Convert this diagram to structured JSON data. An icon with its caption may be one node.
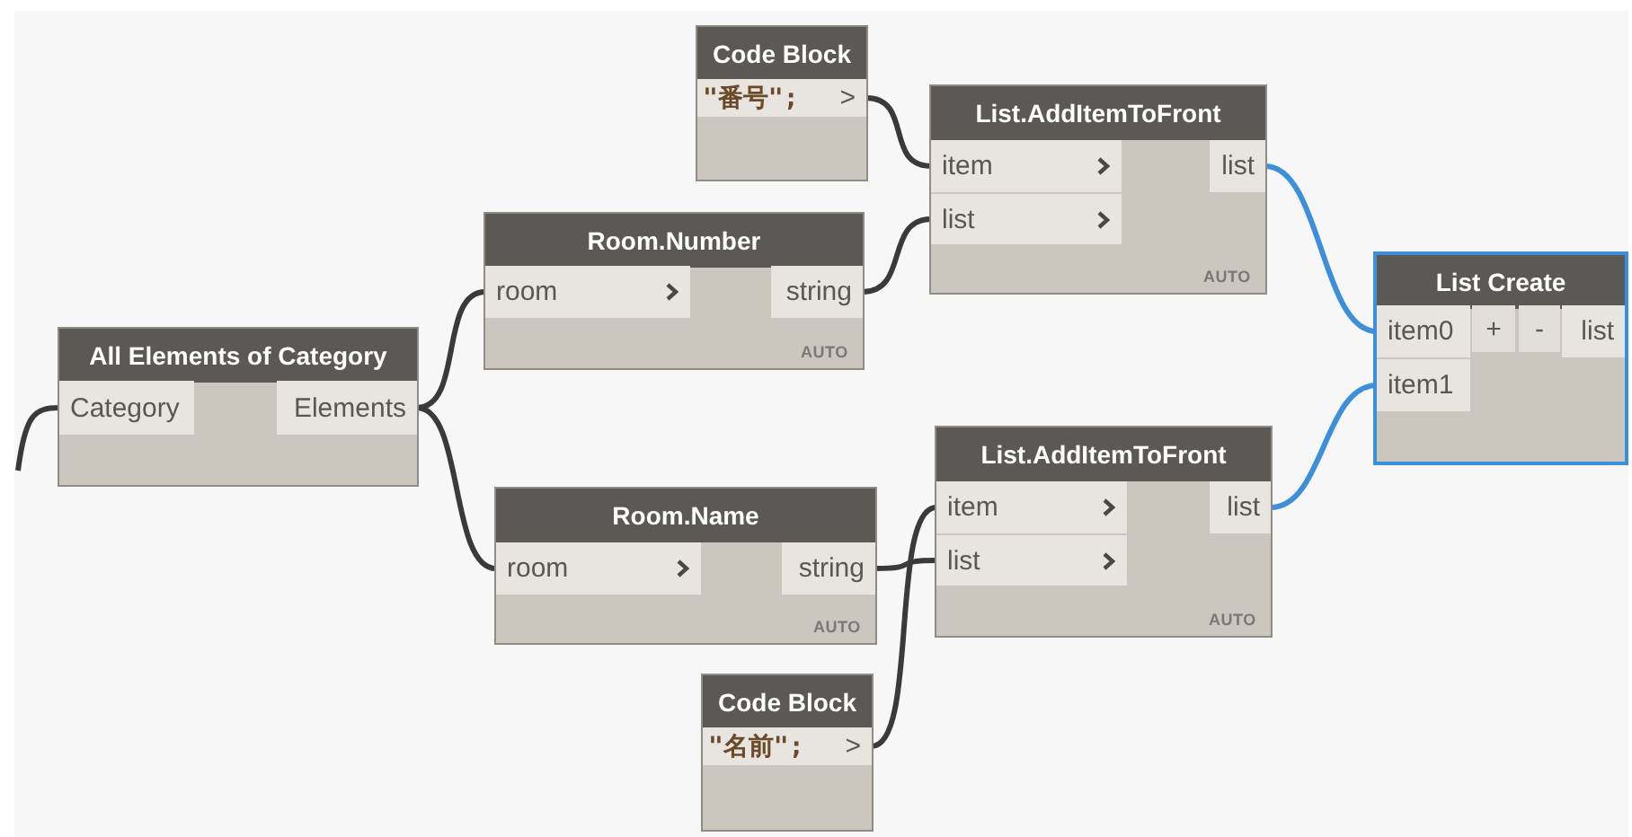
{
  "diagram": {
    "nodes": [
      {
        "text": [
          "Code Block"
        ]
      },
      {
        "text": [
          "\"番号\";"
        ],
        "in": 0
      },
      {
        "text": [
          ">"
        ],
        "in": 0
      },
      {
        "text": [
          "List.AddItemToFront",
          "AUTO"
        ]
      },
      {
        "text": [
          "item"
        ],
        "in": 3
      },
      {
        "text": [
          "list"
        ],
        "in": 3
      },
      {
        "text": [
          "list"
        ],
        "in": 3
      },
      {
        "text": [
          "Room.Number",
          "AUTO"
        ]
      },
      {
        "text": [
          "room"
        ],
        "in": 7
      },
      {
        "text": [
          "string"
        ],
        "in": 7
      },
      {
        "text": [
          "All Elements of Category"
        ]
      },
      {
        "text": [
          "Category"
        ],
        "in": 10
      },
      {
        "text": [
          "Elements"
        ],
        "in": 10
      },
      {
        "text": [
          "List Create"
        ]
      },
      {
        "text": [
          "item0"
        ],
        "in": 13
      },
      {
        "text": [
          "+"
        ],
        "in": 13
      },
      {
        "text": [
          "-"
        ],
        "in": 13
      },
      {
        "text": [
          "list"
        ],
        "in": 13
      },
      {
        "text": [
          "item1"
        ],
        "in": 13
      },
      {
        "text": [
          "Room.Name",
          "AUTO"
        ]
      },
      {
        "text": [
          "room"
        ],
        "in": 19
      },
      {
        "text": [
          "string"
        ],
        "in": 19
      },
      {
        "text": [
          "List.AddItemToFront",
          "AUTO"
        ]
      },
      {
        "text": [
          "item"
        ],
        "in": 22
      },
      {
        "text": [
          "list"
        ],
        "in": 22
      },
      {
        "text": [
          "list"
        ],
        "in": 22
      },
      {
        "text": [
          "Code Block"
        ]
      },
      {
        "text": [
          "\"名前\";"
        ],
        "in": 26
      },
      {
        "text": [
          ">"
        ],
        "in": 26
      }
    ],
    "edges": [
      {
        "from": null,
        "to": 11,
        "arrow": "none"
      },
      {
        "from": 12,
        "to": 8,
        "arrow": "none"
      },
      {
        "from": 12,
        "to": 20,
        "arrow": "none"
      },
      {
        "from": 2,
        "to": 4,
        "arrow": "none"
      },
      {
        "from": 9,
        "to": 5,
        "arrow": "none"
      },
      {
        "from": 28,
        "to": 23,
        "arrow": "none"
      },
      {
        "from": 21,
        "to": 24,
        "arrow": "none"
      },
      {
        "from": 6,
        "to": 14,
        "arrow": "none",
        "color": "#3d8fd9"
      },
      {
        "from": 25,
        "to": 18,
        "arrow": "none",
        "color": "#3d8fd9"
      }
    ]
  }
}
